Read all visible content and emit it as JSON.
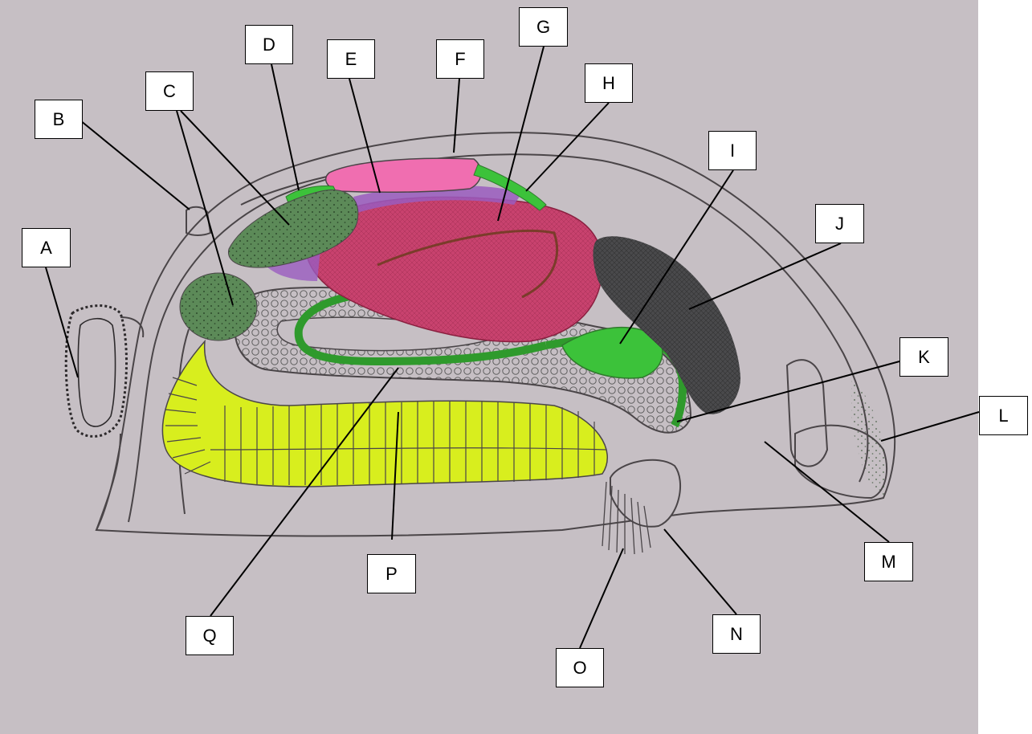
{
  "diagram": {
    "labels": [
      "A",
      "B",
      "C",
      "D",
      "E",
      "F",
      "G",
      "H",
      "I",
      "J",
      "K",
      "L",
      "M",
      "N",
      "O",
      "P",
      "Q"
    ],
    "colors": {
      "paper": "#c6bfc4",
      "outline": "#4a4548",
      "pink_gland": "#f06eb0",
      "purple": "#9a5cc0",
      "crimson_mass": "#c8426e",
      "green_tube": "#3cc23a",
      "dark_green": "#5c8a58",
      "yellow_gills": "#d8ee1e",
      "dark_mass": "#4a4a4c",
      "honeycomb": "#cfc9cc"
    }
  }
}
